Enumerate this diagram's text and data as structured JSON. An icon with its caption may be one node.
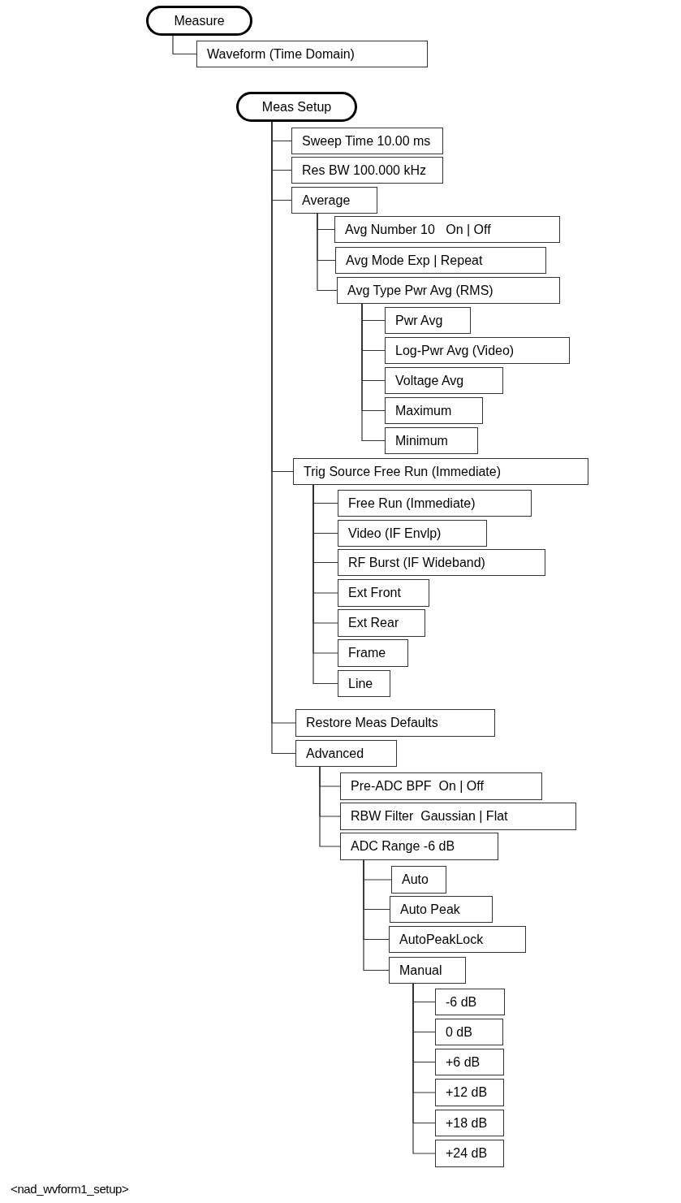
{
  "diagram": {
    "nodes": [
      {
        "text": [
          "Measure"
        ]
      },
      {
        "text": [
          "Waveform (Time Domain)"
        ]
      },
      {
        "text": [
          "Meas Setup"
        ]
      },
      {
        "text": [
          "Sweep Time 10.00 ms"
        ]
      },
      {
        "text": [
          "Res BW 100.000 kHz"
        ]
      },
      {
        "text": [
          "Average"
        ]
      },
      {
        "text": [
          "Avg Number 10   On | Off"
        ]
      },
      {
        "text": [
          "Avg Mode Exp | Repeat"
        ]
      },
      {
        "text": [
          "Avg Type Pwr Avg (RMS)"
        ]
      },
      {
        "text": [
          "Pwr Avg"
        ]
      },
      {
        "text": [
          "Log-Pwr Avg (Video)"
        ]
      },
      {
        "text": [
          "Voltage Avg"
        ]
      },
      {
        "text": [
          "Maximum"
        ]
      },
      {
        "text": [
          "Minimum"
        ]
      },
      {
        "text": [
          "Trig Source Free Run (Immediate)"
        ]
      },
      {
        "text": [
          "Free Run (Immediate)"
        ]
      },
      {
        "text": [
          "Video (IF Envlp)"
        ]
      },
      {
        "text": [
          "RF Burst (IF Wideband)"
        ]
      },
      {
        "text": [
          "Ext Front"
        ]
      },
      {
        "text": [
          "Ext Rear"
        ]
      },
      {
        "text": [
          "Frame"
        ]
      },
      {
        "text": [
          "Line"
        ]
      },
      {
        "text": [
          "Restore Meas Defaults"
        ]
      },
      {
        "text": [
          "Advanced"
        ]
      },
      {
        "text": [
          "Pre-ADC BPF  On | Off"
        ]
      },
      {
        "text": [
          "RBW Filter  Gaussian | Flat"
        ]
      },
      {
        "text": [
          "ADC Range -6 dB"
        ]
      },
      {
        "text": [
          "Auto"
        ]
      },
      {
        "text": [
          "Auto Peak"
        ]
      },
      {
        "text": [
          "AutoPeakLock"
        ]
      },
      {
        "text": [
          "Manual"
        ]
      },
      {
        "text": [
          "-6 dB"
        ]
      },
      {
        "text": [
          "0 dB"
        ]
      },
      {
        "text": [
          "+6 dB"
        ]
      },
      {
        "text": [
          "+12 dB"
        ]
      },
      {
        "text": [
          "+18 dB"
        ]
      },
      {
        "text": [
          "+24 dB"
        ]
      }
    ],
    "edges": [
      {
        "from": 0,
        "to": 1,
        "arrow": "none"
      },
      {
        "from": 2,
        "to": 3,
        "arrow": "none"
      },
      {
        "from": 2,
        "to": 4,
        "arrow": "none"
      },
      {
        "from": 2,
        "to": 5,
        "arrow": "none"
      },
      {
        "from": 5,
        "to": 6,
        "arrow": "none"
      },
      {
        "from": 5,
        "to": 7,
        "arrow": "none"
      },
      {
        "from": 5,
        "to": 8,
        "arrow": "none"
      },
      {
        "from": 8,
        "to": 9,
        "arrow": "none"
      },
      {
        "from": 8,
        "to": 10,
        "arrow": "none"
      },
      {
        "from": 8,
        "to": 11,
        "arrow": "none"
      },
      {
        "from": 8,
        "to": 12,
        "arrow": "none"
      },
      {
        "from": 8,
        "to": 13,
        "arrow": "none"
      },
      {
        "from": 2,
        "to": 14,
        "arrow": "none"
      },
      {
        "from": 14,
        "to": 15,
        "arrow": "none"
      },
      {
        "from": 14,
        "to": 16,
        "arrow": "none"
      },
      {
        "from": 14,
        "to": 17,
        "arrow": "none"
      },
      {
        "from": 14,
        "to": 18,
        "arrow": "none"
      },
      {
        "from": 14,
        "to": 19,
        "arrow": "none"
      },
      {
        "from": 14,
        "to": 20,
        "arrow": "none"
      },
      {
        "from": 14,
        "to": 21,
        "arrow": "none"
      },
      {
        "from": 2,
        "to": 22,
        "arrow": "none"
      },
      {
        "from": 2,
        "to": 23,
        "arrow": "none"
      },
      {
        "from": 23,
        "to": 24,
        "arrow": "none"
      },
      {
        "from": 23,
        "to": 25,
        "arrow": "none"
      },
      {
        "from": 23,
        "to": 26,
        "arrow": "none"
      },
      {
        "from": 26,
        "to": 27,
        "arrow": "none"
      },
      {
        "from": 26,
        "to": 28,
        "arrow": "none"
      },
      {
        "from": 26,
        "to": 29,
        "arrow": "none"
      },
      {
        "from": 26,
        "to": 30,
        "arrow": "none"
      },
      {
        "from": 30,
        "to": 31,
        "arrow": "none"
      },
      {
        "from": 30,
        "to": 32,
        "arrow": "none"
      },
      {
        "from": 30,
        "to": 33,
        "arrow": "none"
      },
      {
        "from": 30,
        "to": 34,
        "arrow": "none"
      },
      {
        "from": 30,
        "to": 35,
        "arrow": "none"
      },
      {
        "from": 30,
        "to": 36,
        "arrow": "none"
      }
    ],
    "labels": [
      "<nad_wvform1_setup>"
    ]
  }
}
